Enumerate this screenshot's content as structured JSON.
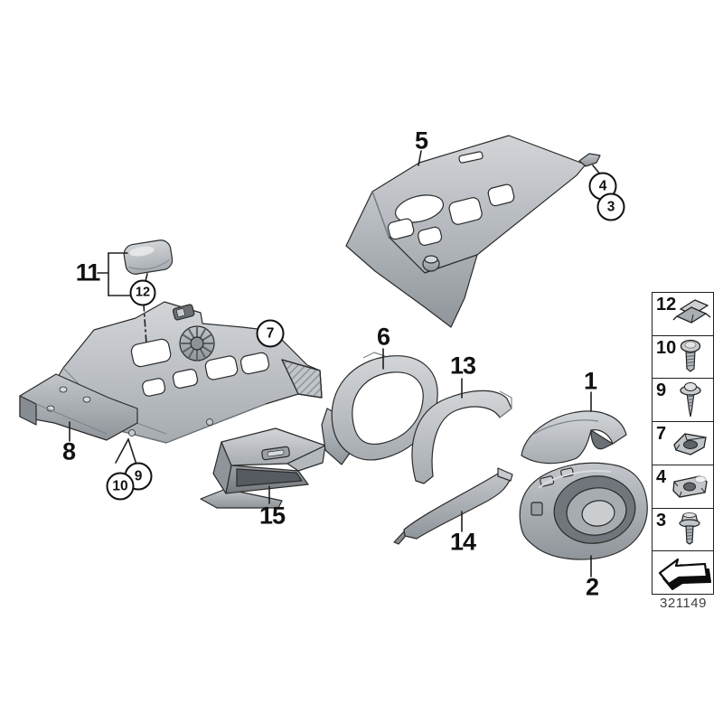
{
  "figure": {
    "type": "exploded-parts-diagram",
    "drawing_number": "321149"
  },
  "colors": {
    "background": "#ffffff",
    "line": "#2b2b2b",
    "part_light": "#d6d9dc",
    "part_mid": "#b3b8bd",
    "part_dark": "#878d93",
    "label": "#111111"
  },
  "callouts": {
    "plain": [
      {
        "text": "5"
      },
      {
        "text": "11"
      },
      {
        "text": "8"
      },
      {
        "text": "6"
      },
      {
        "text": "13"
      },
      {
        "text": "15"
      },
      {
        "text": "14"
      },
      {
        "text": "1"
      },
      {
        "text": "2"
      }
    ],
    "circled": [
      {
        "text": "4"
      },
      {
        "text": "3"
      },
      {
        "text": "12"
      },
      {
        "text": "7"
      },
      {
        "text": "9"
      },
      {
        "text": "10"
      }
    ]
  },
  "legend": {
    "rows": [
      {
        "label": "12",
        "icon": "spring-clip-icon"
      },
      {
        "label": "10",
        "icon": "pan-head-screw-icon"
      },
      {
        "label": "9",
        "icon": "self-tapping-screw-icon"
      },
      {
        "label": "7",
        "icon": "cage-nut-icon"
      },
      {
        "label": "4",
        "icon": "speed-nut-icon"
      },
      {
        "label": "3",
        "icon": "hex-flange-bolt-icon"
      },
      {
        "label": "",
        "icon": "page-direction-arrow-icon"
      }
    ]
  }
}
